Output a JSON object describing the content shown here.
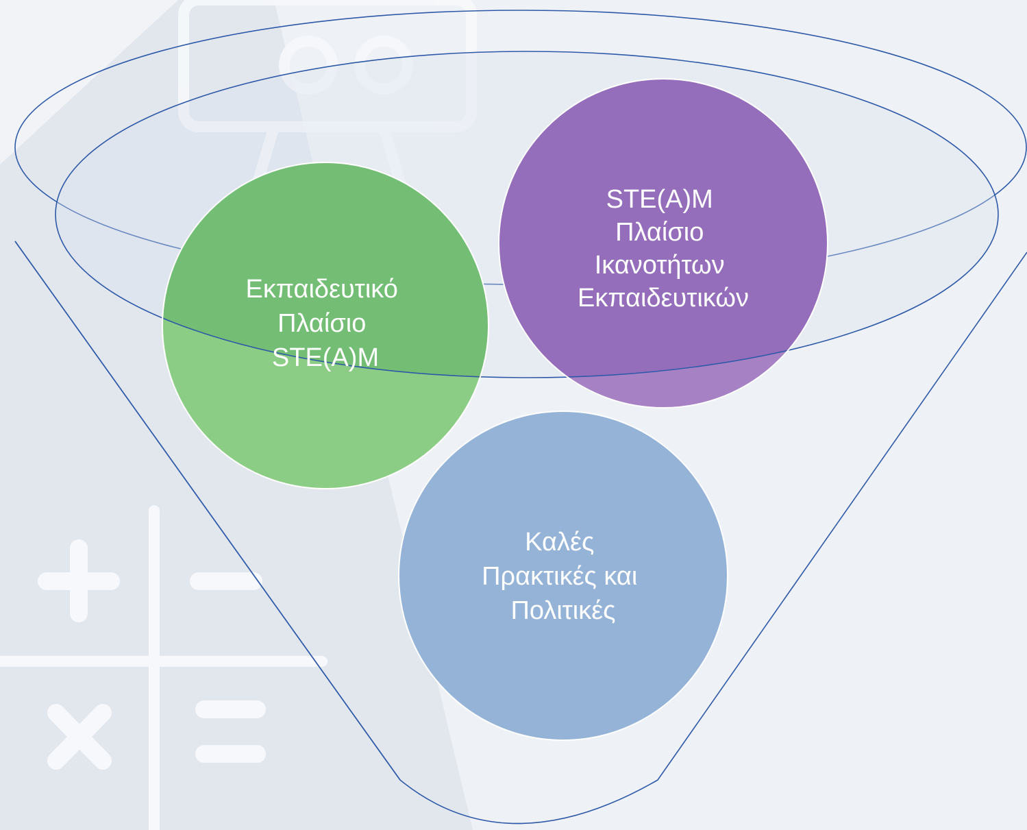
{
  "diagram": {
    "circles": [
      {
        "id": "educational-framework",
        "lines": [
          "Εκπαιδευτικό",
          "Πλαίσιο",
          "STE(A)M"
        ],
        "color": "#3ca935",
        "faded_color": "#8ccd85"
      },
      {
        "id": "teacher-competences",
        "lines": [
          "STE(A)M",
          "Πλαίσιο",
          "Ικανοτήτων",
          "Εκπαιδευτικών"
        ],
        "color": "#7030a0",
        "faded_color": "#a682c4"
      },
      {
        "id": "good-practices",
        "lines": [
          "Καλές",
          "Πρακτικές και",
          "Πολιτικές"
        ],
        "color": "#95b3d7"
      }
    ],
    "funnel": {
      "stroke_color": "#2e59a8",
      "rim_fill": "#d9e1ee"
    },
    "background": {
      "base_color": "#eef1f5",
      "panel_color": "#e2e7ee",
      "icon_color": "#f6f8fb",
      "icons": [
        "flipchart-icon",
        "plus-icon",
        "minus-icon",
        "times-icon",
        "equals-icon"
      ]
    }
  }
}
